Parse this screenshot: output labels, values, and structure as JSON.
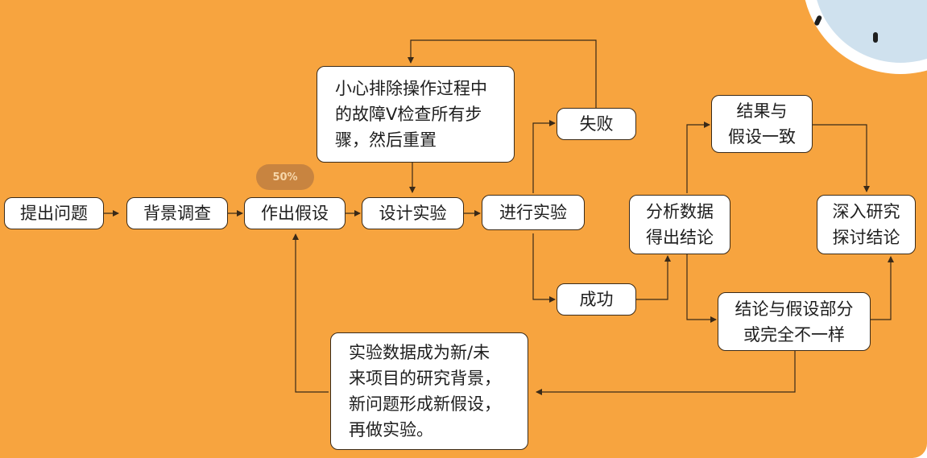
{
  "colors": {
    "background": "#f7a43f",
    "node_fill": "#ffffff",
    "line": "#3a2a18",
    "badge": "#c88440",
    "corner_circle": "#cfe1ee"
  },
  "badge": {
    "text": "50%"
  },
  "nodes": {
    "ask": "提出问题",
    "research": "背景调查",
    "hypothesis": "作出假设",
    "design": "设计实验",
    "run": "进行实验",
    "fail": "失败",
    "success": "成功",
    "troubleshoot": "小心排除操作过程中\n的故障V检查所有步\n骤，然后重置",
    "analyze": "分析数据\n得出结论",
    "consistent": "结果与\n假设一致",
    "inconsistent": "结论与假设部分\n或完全不一样",
    "further": "深入研究\n探讨结论",
    "new_research": "实验数据成为新/未\n来项目的研究背景，\n新问题形成新假设，\n再做实验。"
  }
}
